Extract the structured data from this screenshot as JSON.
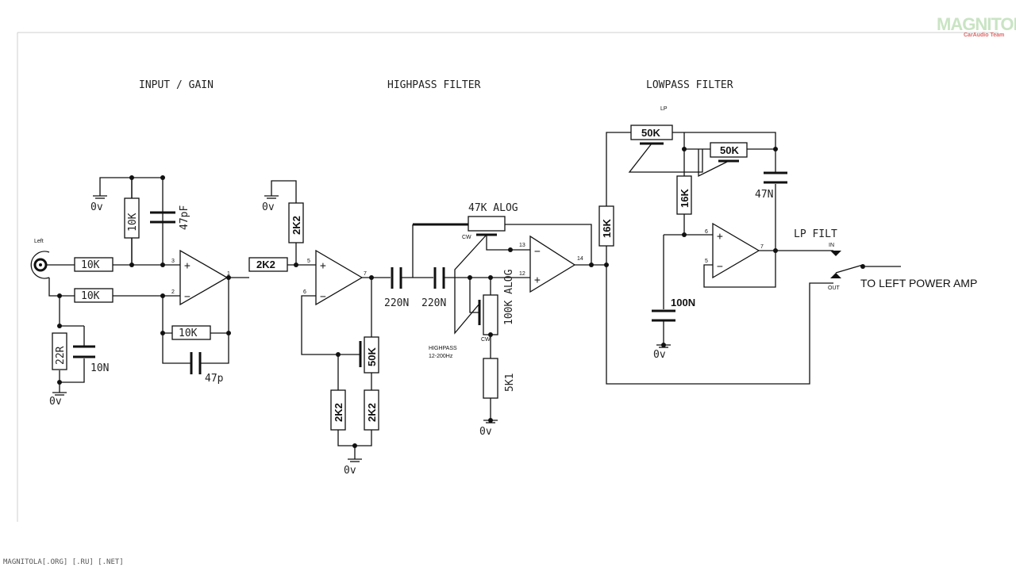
{
  "sections": {
    "input": "INPUT / GAIN",
    "highpass": "HIGHPASS FILTER",
    "lowpass": "LOWPASS FILTER"
  },
  "input": {
    "jack_label": "Left"
  },
  "ground": "0v",
  "components": {
    "r_in_top": "10K",
    "r_in_bot": "10K",
    "r_top_vert": "10K",
    "c_top": "47pF",
    "r_shunt": "22R",
    "c_shunt": "10N",
    "r_fb1": "10K",
    "c_fb1": "47p",
    "r_series": "2K2",
    "r_pullup": "2K2",
    "pot_gain": "50K",
    "r_low1": "2K2",
    "r_low2": "2K2",
    "c_hp1": "220N",
    "c_hp2": "220N",
    "pot_hp_top": "47K ALOG",
    "pot_hp_vert": "100K ALOG",
    "r_5k1": "5K1",
    "hp_range": [
      "HIGHPASS",
      "12-200Hz"
    ],
    "cw": "CW",
    "r_16k_a": "16K",
    "r_16k_b": "16K",
    "pot_lp_a": "50K",
    "pot_lp_b": "50K",
    "lp_label": "LP",
    "c_47n": "47N",
    "c_100n": "100N"
  },
  "pins": {
    "u1": [
      "3",
      "2",
      "1"
    ],
    "u2": [
      "5",
      "6",
      "7"
    ],
    "u3": [
      "13",
      "12",
      "14"
    ],
    "u4": [
      "6",
      "5",
      "7"
    ]
  },
  "opamp_signs": {
    "plus": "+",
    "minus": "−"
  },
  "switch": {
    "label": "LP FILT",
    "in": "IN",
    "out": "OUT"
  },
  "output_label": "TO LEFT POWER AMP",
  "logo": {
    "name": "MAGNITOLA",
    "sub": "CarAudio Team"
  },
  "footer": "MAGNITOLA[.ORG] [.RU] [.NET]"
}
